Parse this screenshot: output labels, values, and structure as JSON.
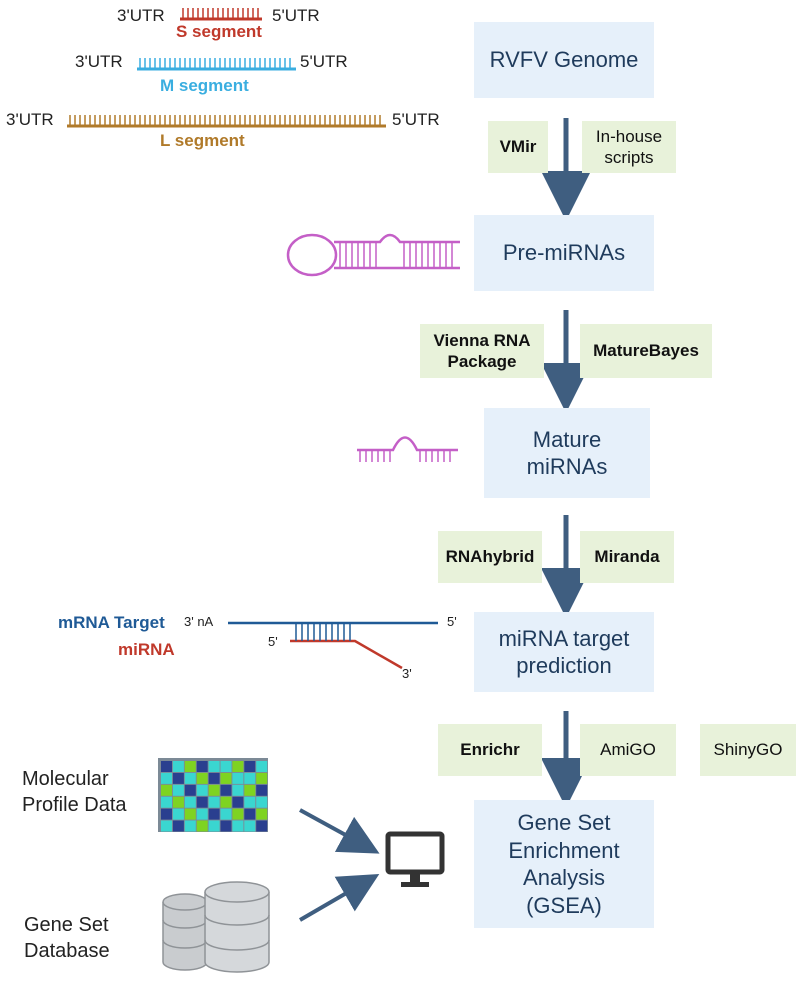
{
  "workflow": {
    "steps": [
      {
        "label": "RVFV Genome"
      },
      {
        "label": "Pre-miRNAs"
      },
      {
        "label": "Mature\nmiRNAs"
      },
      {
        "label": "miRNA target\nprediction"
      },
      {
        "label": "Gene Set\nEnrichment\nAnalysis\n(GSEA)"
      }
    ],
    "tools": {
      "genome_to_pre": [
        "VMir",
        "In-house\nscripts"
      ],
      "pre_to_mature": [
        "Vienna RNA\nPackage",
        "MatureBayes"
      ],
      "mature_to_target": [
        "RNAhybrid",
        "Miranda"
      ],
      "target_to_gsea": [
        "Enrichr",
        "AmiGO",
        "ShinyGO"
      ]
    }
  },
  "genome": {
    "segments": [
      {
        "left_label": "3'UTR",
        "right_label": "5'UTR",
        "name": "S segment",
        "color": "#c0392b"
      },
      {
        "left_label": "3'UTR",
        "right_label": "5'UTR",
        "name": "M segment",
        "color": "#3aaee0"
      },
      {
        "left_label": "3'UTR",
        "right_label": "5'UTR",
        "name": "L segment",
        "color": "#b07a2a"
      }
    ]
  },
  "hybrid": {
    "mrna_label": "mRNA Target",
    "mirna_label": "miRNA",
    "mrna_three_prime": "3' nA",
    "mrna_five_prime": "5'",
    "mirna_five_prime": "5'",
    "mirna_three_prime": "3'",
    "mrna_color": "#1f5a96",
    "mirna_color": "#c0392b"
  },
  "inputs": {
    "molecular_profile": "Molecular\nProfile Data",
    "gene_set_db": "Gene Set\nDatabase"
  },
  "colors": {
    "step_fill": "#e6f0fa",
    "tool_fill": "#e8f2da",
    "arrow": "#3f5e80",
    "rna_purple": "#c45fc7"
  }
}
